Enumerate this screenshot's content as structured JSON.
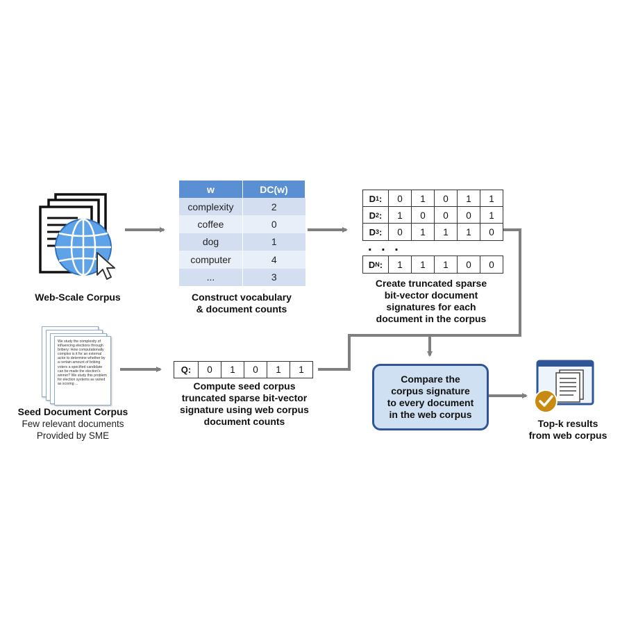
{
  "web_corpus": {
    "label": "Web-Scale Corpus"
  },
  "vocab": {
    "headers": [
      "w",
      "DC(w)"
    ],
    "rows": [
      {
        "w": "complexity",
        "dc": "2"
      },
      {
        "w": "coffee",
        "dc": "0"
      },
      {
        "w": "dog",
        "dc": "1"
      },
      {
        "w": "computer",
        "dc": "4"
      },
      {
        "w": "...",
        "dc": "3"
      }
    ],
    "caption_line1": "Construct vocabulary",
    "caption_line2": "& document counts"
  },
  "signatures": {
    "rows": [
      {
        "label": "D",
        "sub": "1",
        "bits": [
          "0",
          "1",
          "0",
          "1",
          "1"
        ]
      },
      {
        "label": "D",
        "sub": "2",
        "bits": [
          "1",
          "0",
          "0",
          "0",
          "1"
        ]
      },
      {
        "label": "D",
        "sub": "3",
        "bits": [
          "0",
          "1",
          "1",
          "1",
          "0"
        ]
      }
    ],
    "ellipsis": ". . .",
    "last_row": {
      "label": "D",
      "sub": "N",
      "bits": [
        "1",
        "1",
        "1",
        "0",
        "0"
      ]
    },
    "caption_line1": "Create truncated sparse",
    "caption_line2": "bit-vector document",
    "caption_line3": "signatures for each",
    "caption_line4": "document in the corpus"
  },
  "seed_corpus": {
    "label": "Seed Document Corpus",
    "sub1": "Few relevant documents",
    "sub2": "Provided by SME",
    "paper_text": "We study the complexity of influencing elections through bribery: How computationally complex is it for an external actor to determine whether by a certain amount of bribing voters a specified candidate can be made the election's winner? We study this problem for election systems as varied as scoring ..."
  },
  "query": {
    "label": "Q:",
    "bits": [
      "0",
      "1",
      "0",
      "1",
      "1"
    ],
    "caption_line1": "Compute seed corpus",
    "caption_line2": "truncated sparse bit-vector",
    "caption_line3": "signature using web corpus",
    "caption_line4": "document counts"
  },
  "compare": {
    "line1": "Compare the",
    "line2": "corpus signature",
    "line3": "to every document",
    "line4": "in the web corpus"
  },
  "results": {
    "line1": "Top-k results",
    "line2": "from web corpus"
  },
  "colors": {
    "arrow": "#7f7f7f",
    "table_header": "#5b8fd3",
    "table_row_a": "#d3dff1",
    "table_row_b": "#e9eff8",
    "compare_fill": "#cfe0f3",
    "compare_border": "#2f5597",
    "badge": "#c98a12"
  }
}
